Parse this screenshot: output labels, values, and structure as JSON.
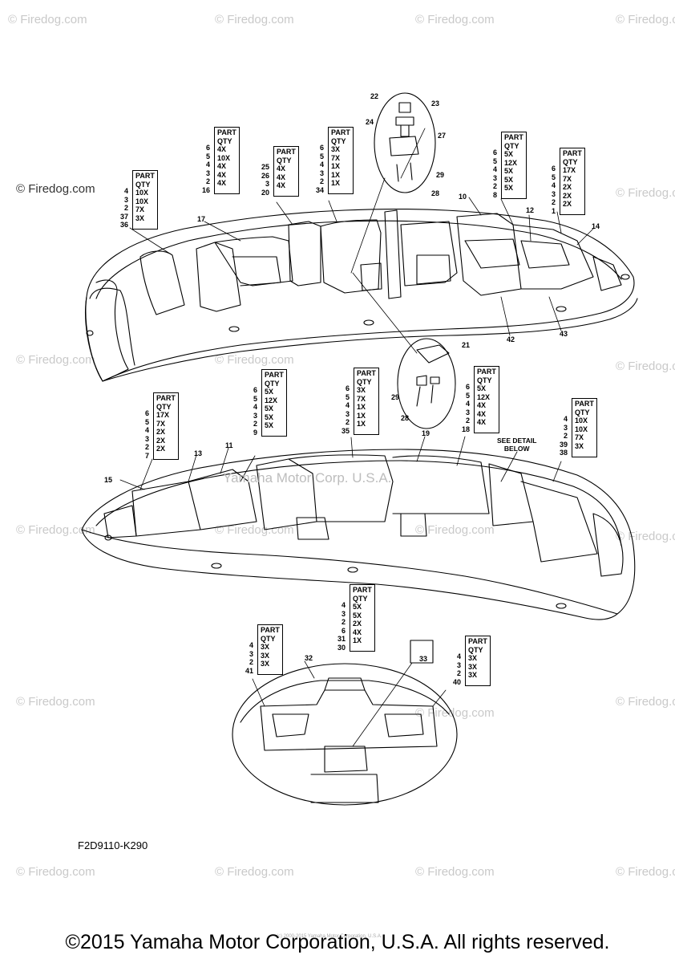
{
  "watermark": "© Firedog.com",
  "center_watermark": "Yamaha Motor Corp. U.S.A.",
  "drawing_code": "F2D9110-K290",
  "detail_label_line1": "SEE DETAIL",
  "detail_label_line2": "BELOW",
  "footer": "©2015 Yamaha Motor Corporation, U.S.A. All rights reserved.",
  "tiny_copyright": "(c) 2000-2015 Yamaha Motor Corporation, U.S.A.",
  "part_header": "PART",
  "qty_header": "QTY",
  "tables": [
    {
      "id": "t36",
      "nums": [
        "4",
        "3",
        "2",
        "37",
        "36"
      ],
      "qtys": [
        "10X",
        "10X",
        "7X",
        "3X"
      ]
    },
    {
      "id": "t16",
      "nums": [
        "6",
        "5",
        "4",
        "3",
        "2",
        "16"
      ],
      "qtys": [
        "4X",
        "10X",
        "4X",
        "4X",
        "4X"
      ]
    },
    {
      "id": "t20",
      "nums": [
        "25",
        "26",
        "3",
        "20"
      ],
      "qtys": [
        "4X",
        "4X",
        "4X"
      ]
    },
    {
      "id": "t34",
      "nums": [
        "6",
        "5",
        "4",
        "3",
        "2",
        "34"
      ],
      "qtys": [
        "3X",
        "7X",
        "1X",
        "1X",
        "1X"
      ]
    },
    {
      "id": "t8",
      "nums": [
        "6",
        "5",
        "4",
        "3",
        "2",
        "8"
      ],
      "qtys": [
        "5X",
        "12X",
        "5X",
        "5X",
        "5X"
      ]
    },
    {
      "id": "t1",
      "nums": [
        "6",
        "5",
        "4",
        "3",
        "2",
        "1"
      ],
      "qtys": [
        "17X",
        "7X",
        "2X",
        "2X",
        "2X"
      ]
    },
    {
      "id": "t9",
      "nums": [
        "6",
        "5",
        "4",
        "3",
        "2",
        "9"
      ],
      "qtys": [
        "5X",
        "12X",
        "5X",
        "5X",
        "5X"
      ]
    },
    {
      "id": "t7",
      "nums": [
        "6",
        "5",
        "4",
        "3",
        "2",
        "7"
      ],
      "qtys": [
        "17X",
        "7X",
        "2X",
        "2X",
        "2X"
      ]
    },
    {
      "id": "t35",
      "nums": [
        "6",
        "5",
        "4",
        "3",
        "2",
        "35"
      ],
      "qtys": [
        "3X",
        "7X",
        "1X",
        "1X",
        "1X"
      ]
    },
    {
      "id": "t18",
      "nums": [
        "6",
        "5",
        "4",
        "3",
        "2",
        "18"
      ],
      "qtys": [
        "5X",
        "12X",
        "4X",
        "4X",
        "4X"
      ]
    },
    {
      "id": "t38",
      "nums": [
        "4",
        "3",
        "2",
        "39",
        "38"
      ],
      "qtys": [
        "10X",
        "10X",
        "7X",
        "3X"
      ]
    },
    {
      "id": "t30",
      "nums": [
        "4",
        "3",
        "2",
        "6",
        "31",
        "30"
      ],
      "qtys": [
        "5X",
        "5X",
        "2X",
        "4X",
        "1X"
      ]
    },
    {
      "id": "t41",
      "nums": [
        "4",
        "3",
        "2",
        "41"
      ],
      "qtys": [
        "3X",
        "3X",
        "3X"
      ]
    },
    {
      "id": "t40",
      "nums": [
        "4",
        "3",
        "2",
        "40"
      ],
      "qtys": [
        "3X",
        "3X",
        "3X"
      ]
    }
  ],
  "callouts": [
    "22",
    "23",
    "24",
    "27",
    "29",
    "28",
    "17",
    "10",
    "12",
    "14",
    "42",
    "43",
    "21",
    "29",
    "28",
    "15",
    "13",
    "11",
    "19",
    "33",
    "32"
  ]
}
